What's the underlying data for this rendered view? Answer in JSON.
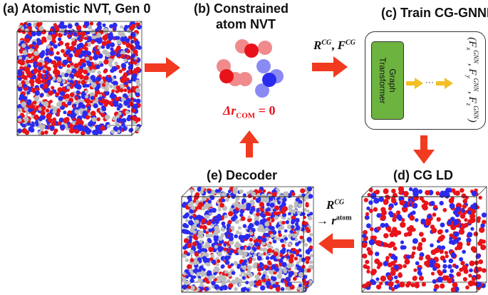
{
  "panels": {
    "a": {
      "title": "(a) Atomistic NVT, Gen 0"
    },
    "b": {
      "title_line1": "(b) Constrained",
      "title_line2": "atom NVT",
      "constraint": "Δr",
      "constraint_sub": "COM",
      "constraint_rhs": " = 0"
    },
    "c": {
      "title": "(c) Train CG-GNNFF",
      "model_label_line1": "Graph",
      "model_label_line2": "Transformer",
      "ellipsis": "···",
      "output": "(F",
      "output_x_sub": "x",
      "output_sup": "GNN",
      "output_y": ", F",
      "output_y_sub": "y",
      "output_z": ", F",
      "output_z_sub": "z",
      "output_close": ")"
    },
    "d": {
      "title": "(d) CG LD"
    },
    "e": {
      "title": "(e) Decoder"
    }
  },
  "edges": {
    "b_to_c": {
      "R": "R",
      "R_sup": "CG",
      "sep": ", ",
      "F": "F",
      "F_sup": "CG"
    },
    "d_to_e": {
      "R": "R",
      "R_sup": "CG",
      "arrow": "→ ",
      "r": "r",
      "r_sup": "atom"
    }
  },
  "colors": {
    "arrow_red": "#f23a20",
    "arrow_yellow": "#f2bf26",
    "model_green": "#6db33f",
    "atom_red": "#e8131a",
    "atom_blue": "#2b2bf0",
    "atom_gray": "#bdbdbd"
  }
}
